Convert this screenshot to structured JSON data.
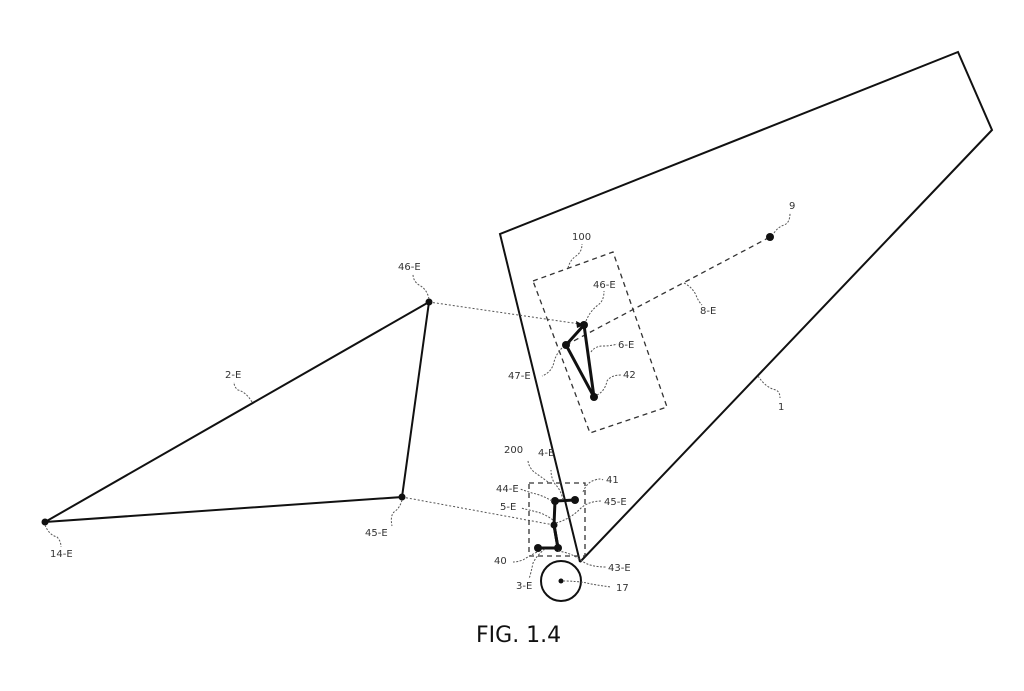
{
  "figure": {
    "caption": "FIG. 1.4",
    "labels": {
      "region_1": "1",
      "element_2E": "2-E",
      "element_3E": "3-E",
      "element_4E": "4-E",
      "element_5E": "5-E",
      "element_6E": "6-E",
      "element_8E": "8-E",
      "point_9": "9",
      "point_14E": "14-E",
      "point_17": "17",
      "point_40": "40",
      "point_41": "41",
      "point_42": "42",
      "point_43E": "43-E",
      "point_44E": "44-E",
      "point_45E_left": "45-E",
      "point_45E_right": "45-E",
      "point_46E_left": "46-E",
      "point_46E_right": "46-E",
      "point_47E": "47-E",
      "box_100": "100",
      "box_200": "200"
    }
  }
}
